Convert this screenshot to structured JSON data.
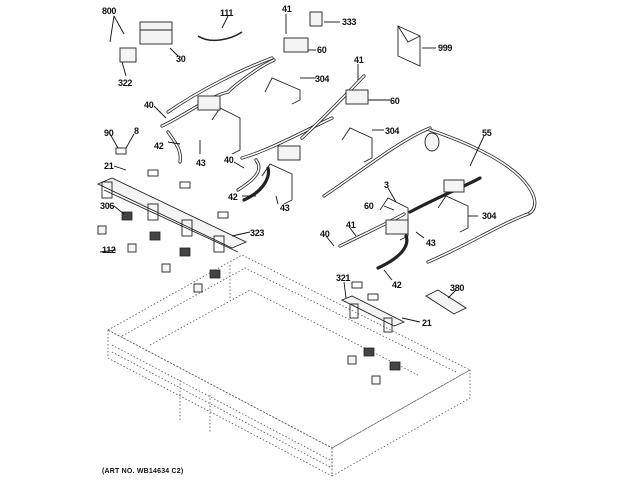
{
  "diagram": {
    "title": "Gas valves, manifolds and tubing exploded parts view",
    "art_number": "(ART NO. WB14634 C2)",
    "callouts": [
      {
        "id": "800",
        "label": "800"
      },
      {
        "id": "322",
        "label": "322"
      },
      {
        "id": "30",
        "label": "30"
      },
      {
        "id": "111",
        "label": "111"
      },
      {
        "id": "41-top",
        "label": "41"
      },
      {
        "id": "333",
        "label": "333"
      },
      {
        "id": "60-top",
        "label": "60"
      },
      {
        "id": "999",
        "label": "999"
      },
      {
        "id": "304-top",
        "label": "304"
      },
      {
        "id": "41-mid",
        "label": "41"
      },
      {
        "id": "60-mid",
        "label": "60"
      },
      {
        "id": "40-left",
        "label": "40"
      },
      {
        "id": "90",
        "label": "90"
      },
      {
        "id": "8",
        "label": "8"
      },
      {
        "id": "42-left",
        "label": "42"
      },
      {
        "id": "43-left",
        "label": "43"
      },
      {
        "id": "304-mid",
        "label": "304"
      },
      {
        "id": "55",
        "label": "55"
      },
      {
        "id": "21-left",
        "label": "21"
      },
      {
        "id": "40-center",
        "label": "40"
      },
      {
        "id": "42-center",
        "label": "42"
      },
      {
        "id": "43-center",
        "label": "43"
      },
      {
        "id": "3",
        "label": "3"
      },
      {
        "id": "60-right",
        "label": "60"
      },
      {
        "id": "304-right",
        "label": "304"
      },
      {
        "id": "306",
        "label": "306"
      },
      {
        "id": "323",
        "label": "323"
      },
      {
        "id": "41-right",
        "label": "41"
      },
      {
        "id": "40-right",
        "label": "40"
      },
      {
        "id": "43-right",
        "label": "43"
      },
      {
        "id": "112",
        "label": "112"
      },
      {
        "id": "42-right",
        "label": "42"
      },
      {
        "id": "321",
        "label": "321"
      },
      {
        "id": "380",
        "label": "380"
      },
      {
        "id": "21-right",
        "label": "21"
      }
    ]
  }
}
